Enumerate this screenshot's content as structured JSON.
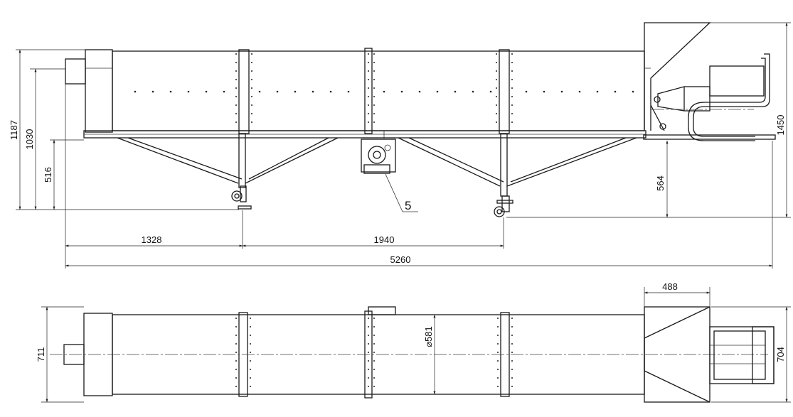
{
  "side_view": {
    "dimensions": {
      "overall_height": "1187",
      "drum_height": "1030",
      "frame_height": "516",
      "offset_left_leg": "1328",
      "leg_spacing": "1940",
      "overall_length": "5260",
      "right_leg_height": "564",
      "right_height": "1450"
    },
    "callout": "5"
  },
  "top_view": {
    "dimensions": {
      "width_left": "711",
      "hopper_width": "488",
      "drum_diameter": "⌀581",
      "width_right": "704"
    }
  }
}
